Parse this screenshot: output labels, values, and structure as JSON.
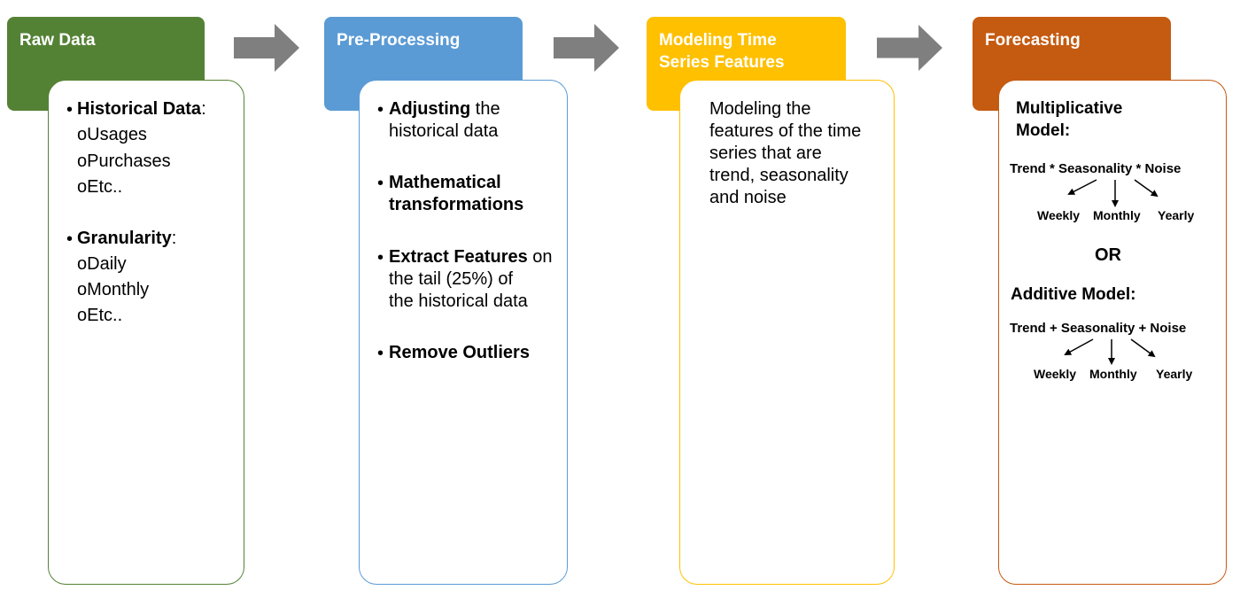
{
  "stages": [
    {
      "title": "Raw Data",
      "color": "#548235"
    },
    {
      "title": "Pre-Processing",
      "color": "#5b9bd5"
    },
    {
      "title": "Modeling Time Series Features",
      "color": "#ffc000"
    },
    {
      "title": "Forecasting",
      "color": "#c55a11"
    }
  ],
  "raw_data": {
    "historical_label": "Historical Data",
    "historical_colon": ":",
    "historical_items": [
      "oUsages",
      "oPurchases",
      "oEtc.."
    ],
    "granularity_label": "Granularity",
    "granularity_colon": ":",
    "granularity_items": [
      "oDaily",
      "oMonthly",
      "oEtc.."
    ]
  },
  "preprocessing": {
    "b1_bold": "Adjusting",
    "b1_rest1": " the",
    "b1_line2": "historical data",
    "b2_line1": "Mathematical",
    "b2_line2": "transformations",
    "b3_bold": "Extract Features",
    "b3_rest1": " on",
    "b3_line2": "the tail (25%) of",
    "b3_line3": "the historical data",
    "b4": "Remove Outliers"
  },
  "modeling": {
    "lines": [
      "Modeling the",
      "features of the time",
      "series that are",
      "trend, seasonality",
      "and noise"
    ]
  },
  "forecasting": {
    "mult_line1": "Multiplicative",
    "mult_line2": "Model:",
    "mult_formula": "Trend * Seasonality * Noise",
    "mult_weekly": "Weekly",
    "mult_monthly": "Monthly",
    "mult_yearly": "Yearly",
    "or": "OR",
    "add_title": "Additive Model:",
    "add_formula": "Trend + Seasonality + Noise",
    "add_weekly": "Weekly",
    "add_monthly": "Monthly",
    "add_yearly": "Yearly"
  },
  "arrow_color": "#7f7f7f"
}
